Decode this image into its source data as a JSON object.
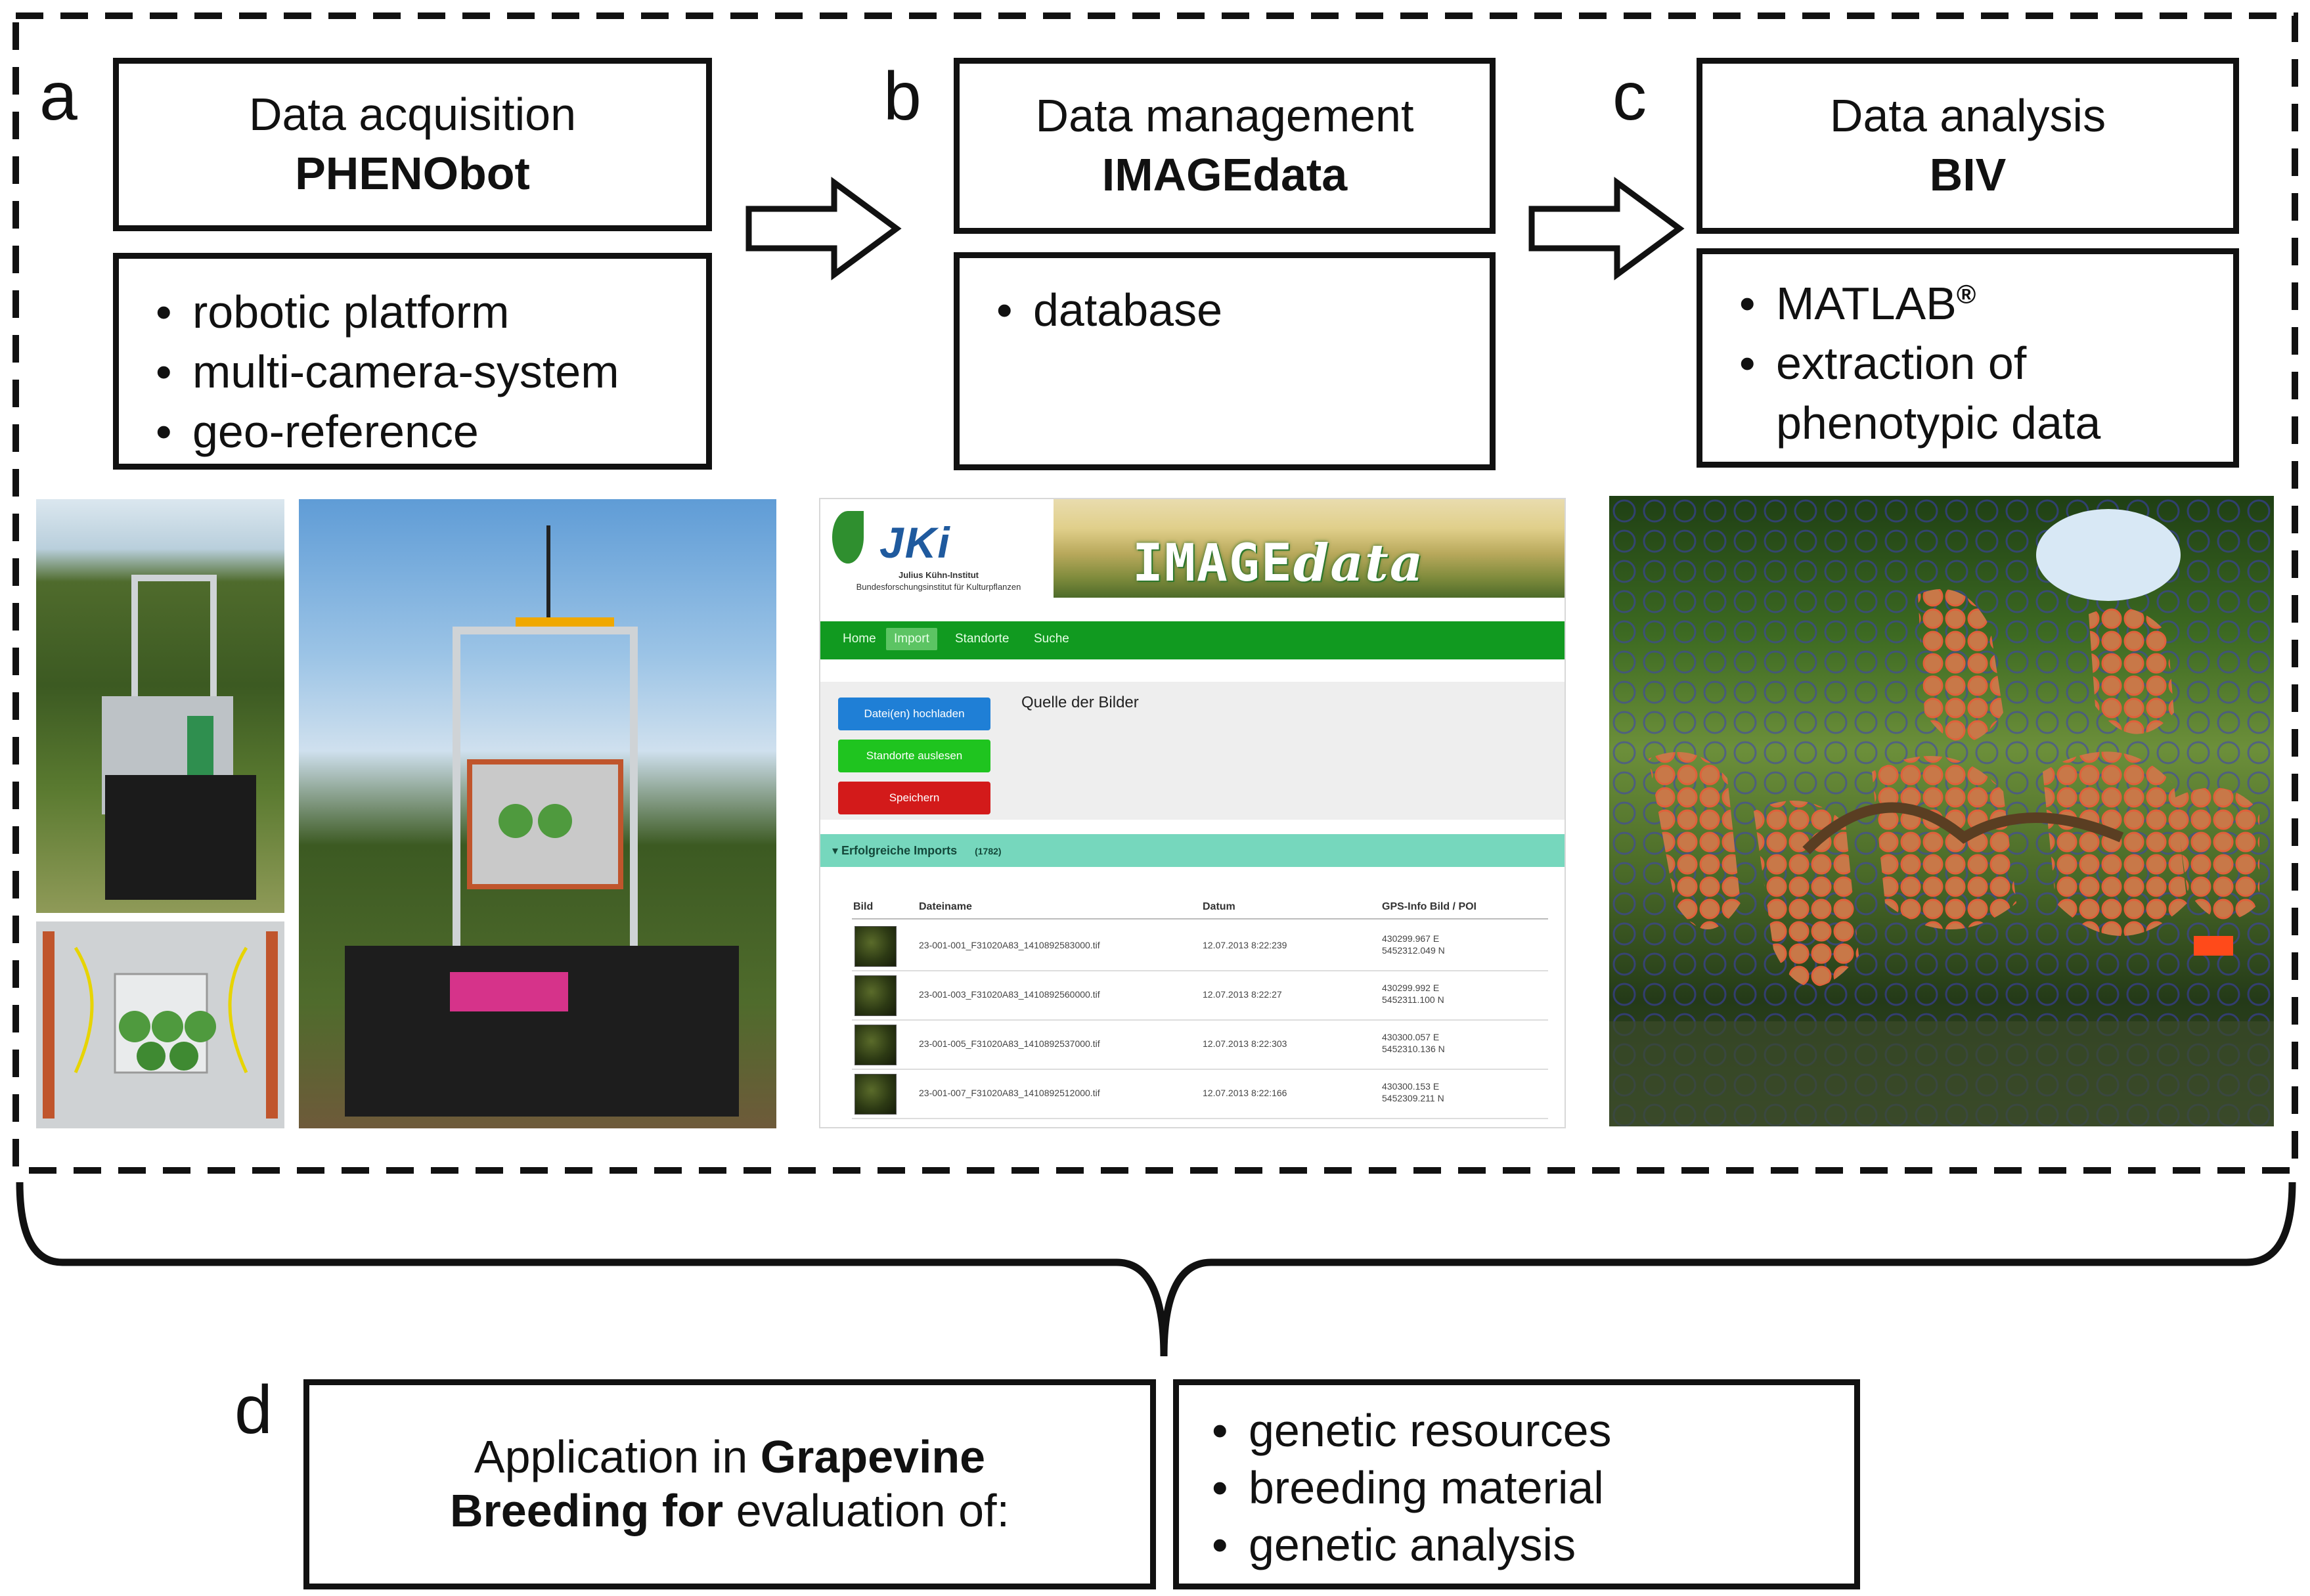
{
  "panel_a": {
    "letter": "a",
    "title": "Data acquisition",
    "subtitle": "PHENObot",
    "bullets": [
      "robotic platform",
      "multi-camera-system",
      "geo-reference"
    ]
  },
  "panel_b": {
    "letter": "b",
    "title": "Data management",
    "subtitle": "IMAGEdata",
    "bullets": [
      "database"
    ]
  },
  "panel_c": {
    "letter": "c",
    "title": "Data analysis",
    "subtitle": "BIV",
    "bullet1": "MATLAB",
    "bullet1_sup": "®",
    "bullet2_line1": "extraction of",
    "bullet2_line2": "phenotypic data"
  },
  "panel_d": {
    "letter": "d",
    "text_part1": "Application in ",
    "text_bold1": "Grapevine",
    "text_bold2": "Breeding for",
    "text_part2": " evaluation of:",
    "bullets": [
      "genetic resources",
      "breeding material",
      "genetic analysis"
    ]
  },
  "screenshot": {
    "logo_text": "JKi",
    "logo_line1": "Julius Kühn-Institut",
    "logo_line2": "Bundesforschungsinstitut für Kulturpflanzen",
    "banner_text_caps": "IMAGE",
    "banner_text_italic": "data",
    "nav": [
      "Home",
      "Import",
      "Standorte",
      "Suche"
    ],
    "source_label": "Quelle der Bilder",
    "buttons": {
      "upload": "Datei(en) hochladen",
      "locations": "Standorte auslesen",
      "save": "Speichern"
    },
    "colors": {
      "upload": "#1f7fd6",
      "locations": "#1fc41f",
      "save": "#d31a1a",
      "nav": "#119a20",
      "section": "#76d7bd"
    },
    "section_title": "Erfolgreiche Imports",
    "section_count": "(1782)",
    "columns": [
      "Bild",
      "Dateiname",
      "Datum",
      "GPS-Info Bild / POI"
    ],
    "rows": [
      {
        "file": "23-001-001_F31020A83_1410892583000.tif",
        "date": "12.07.2013 8:22:239",
        "gps_e": "430299.967 E",
        "gps_n": "5452312.049 N"
      },
      {
        "file": "23-001-003_F31020A83_1410892560000.tif",
        "date": "12.07.2013 8:22:27",
        "gps_e": "430299.992 E",
        "gps_n": "5452311.100 N"
      },
      {
        "file": "23-001-005_F31020A83_1410892537000.tif",
        "date": "12.07.2013 8:22:303",
        "gps_e": "430300.057 E",
        "gps_n": "5452310.136 N"
      },
      {
        "file": "23-001-007_F31020A83_1410892512000.tif",
        "date": "12.07.2013 8:22:166",
        "gps_e": "430300.153 E",
        "gps_n": "5452309.211 N"
      }
    ]
  }
}
